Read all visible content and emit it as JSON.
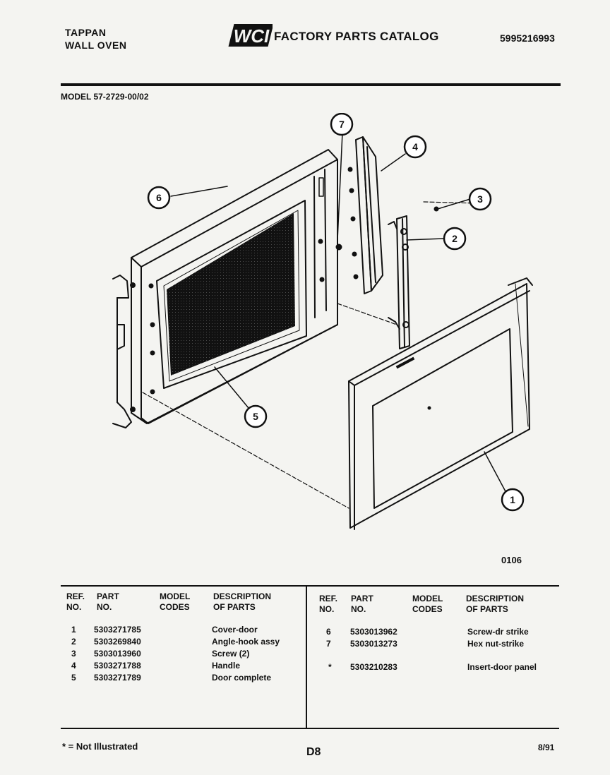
{
  "header": {
    "brand_line1": "TAPPAN",
    "brand_line2": "WALL OVEN",
    "logo_text": "WCI",
    "catalog_title": "FACTORY PARTS CATALOG",
    "document_number": "5995216993"
  },
  "model": "MODEL 57-2729-00/02",
  "figure_number": "0106",
  "callouts": [
    "1",
    "2",
    "3",
    "4",
    "5",
    "6",
    "7"
  ],
  "table_headers": {
    "ref_line1": "REF.",
    "ref_line2": "NO.",
    "part_line1": "PART",
    "part_line2": "NO.",
    "model_line1": "MODEL",
    "model_line2": "CODES",
    "desc_line1": "DESCRIPTION",
    "desc_line2": "OF PARTS"
  },
  "parts_left": [
    {
      "ref": "1",
      "part": "5303271785",
      "codes": "",
      "desc": "Cover-door"
    },
    {
      "ref": "2",
      "part": "5303269840",
      "codes": "",
      "desc": "Angle-hook assy"
    },
    {
      "ref": "3",
      "part": "5303013960",
      "codes": "",
      "desc": "Screw (2)"
    },
    {
      "ref": "4",
      "part": "5303271788",
      "codes": "",
      "desc": "Handle"
    },
    {
      "ref": "5",
      "part": "5303271789",
      "codes": "",
      "desc": "Door complete"
    }
  ],
  "parts_right": [
    {
      "ref": "6",
      "part": "5303013962",
      "codes": "",
      "desc": "Screw-dr strike"
    },
    {
      "ref": "7",
      "part": "5303013273",
      "codes": "",
      "desc": "Hex nut-strike"
    },
    {
      "ref": "*",
      "part": "5303210283",
      "codes": "",
      "desc": "Insert-door panel"
    }
  ],
  "footer": {
    "footnote": "* = Not Illustrated",
    "page_code": "D8",
    "date": "8/91"
  }
}
